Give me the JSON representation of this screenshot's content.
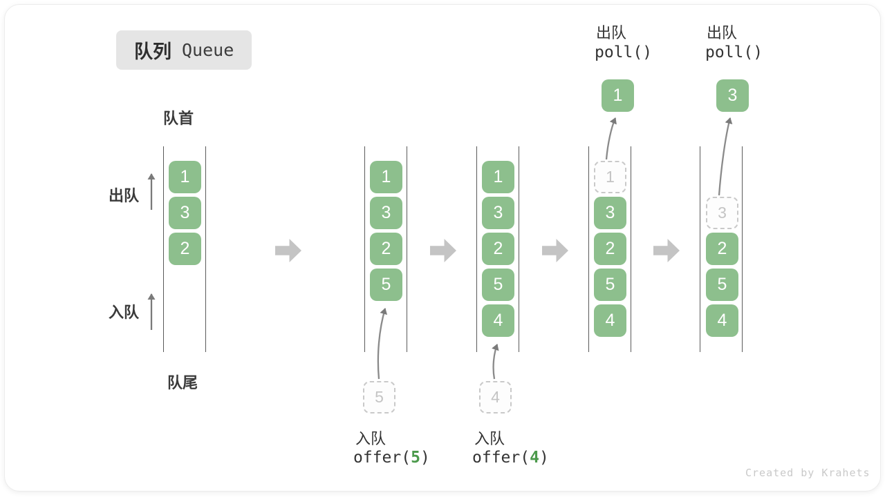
{
  "title": {
    "zh": "队列",
    "en": "Queue"
  },
  "labels": {
    "front": "队首",
    "rear": "队尾",
    "dequeue_side": "出队",
    "enqueue_side": "入队"
  },
  "colors": {
    "block_green": "#8dbf8d",
    "code_green": "#4c9a4c",
    "flow_arrow_gray": "#c4c4c4",
    "container_line": "#595959",
    "text_dark": "#3a3a3a",
    "dashed_border": "#c9c9c9",
    "title_bg": "#e5e5e5",
    "watermark_gray": "#c9c9c9"
  },
  "states": [
    {
      "cells": [
        "1",
        "3",
        "2"
      ]
    },
    {
      "cells": [
        "1",
        "3",
        "2",
        "5"
      ],
      "staged": "5",
      "op": {
        "zh": "入队",
        "fn": "offer(",
        "arg": "5",
        "close": ")"
      }
    },
    {
      "cells": [
        "1",
        "3",
        "2",
        "5",
        "4"
      ],
      "staged": "4",
      "op": {
        "zh": "入队",
        "fn": "offer(",
        "arg": "4",
        "close": ")"
      }
    },
    {
      "ghost": "1",
      "cells": [
        "3",
        "2",
        "5",
        "4"
      ],
      "popped": "1",
      "op": {
        "zh": "出队",
        "fn": "poll()"
      }
    },
    {
      "ghost": "3",
      "cells": [
        "2",
        "5",
        "4"
      ],
      "popped": "3",
      "op": {
        "zh": "出队",
        "fn": "poll()"
      }
    }
  ],
  "watermark": "Created by Krahets"
}
